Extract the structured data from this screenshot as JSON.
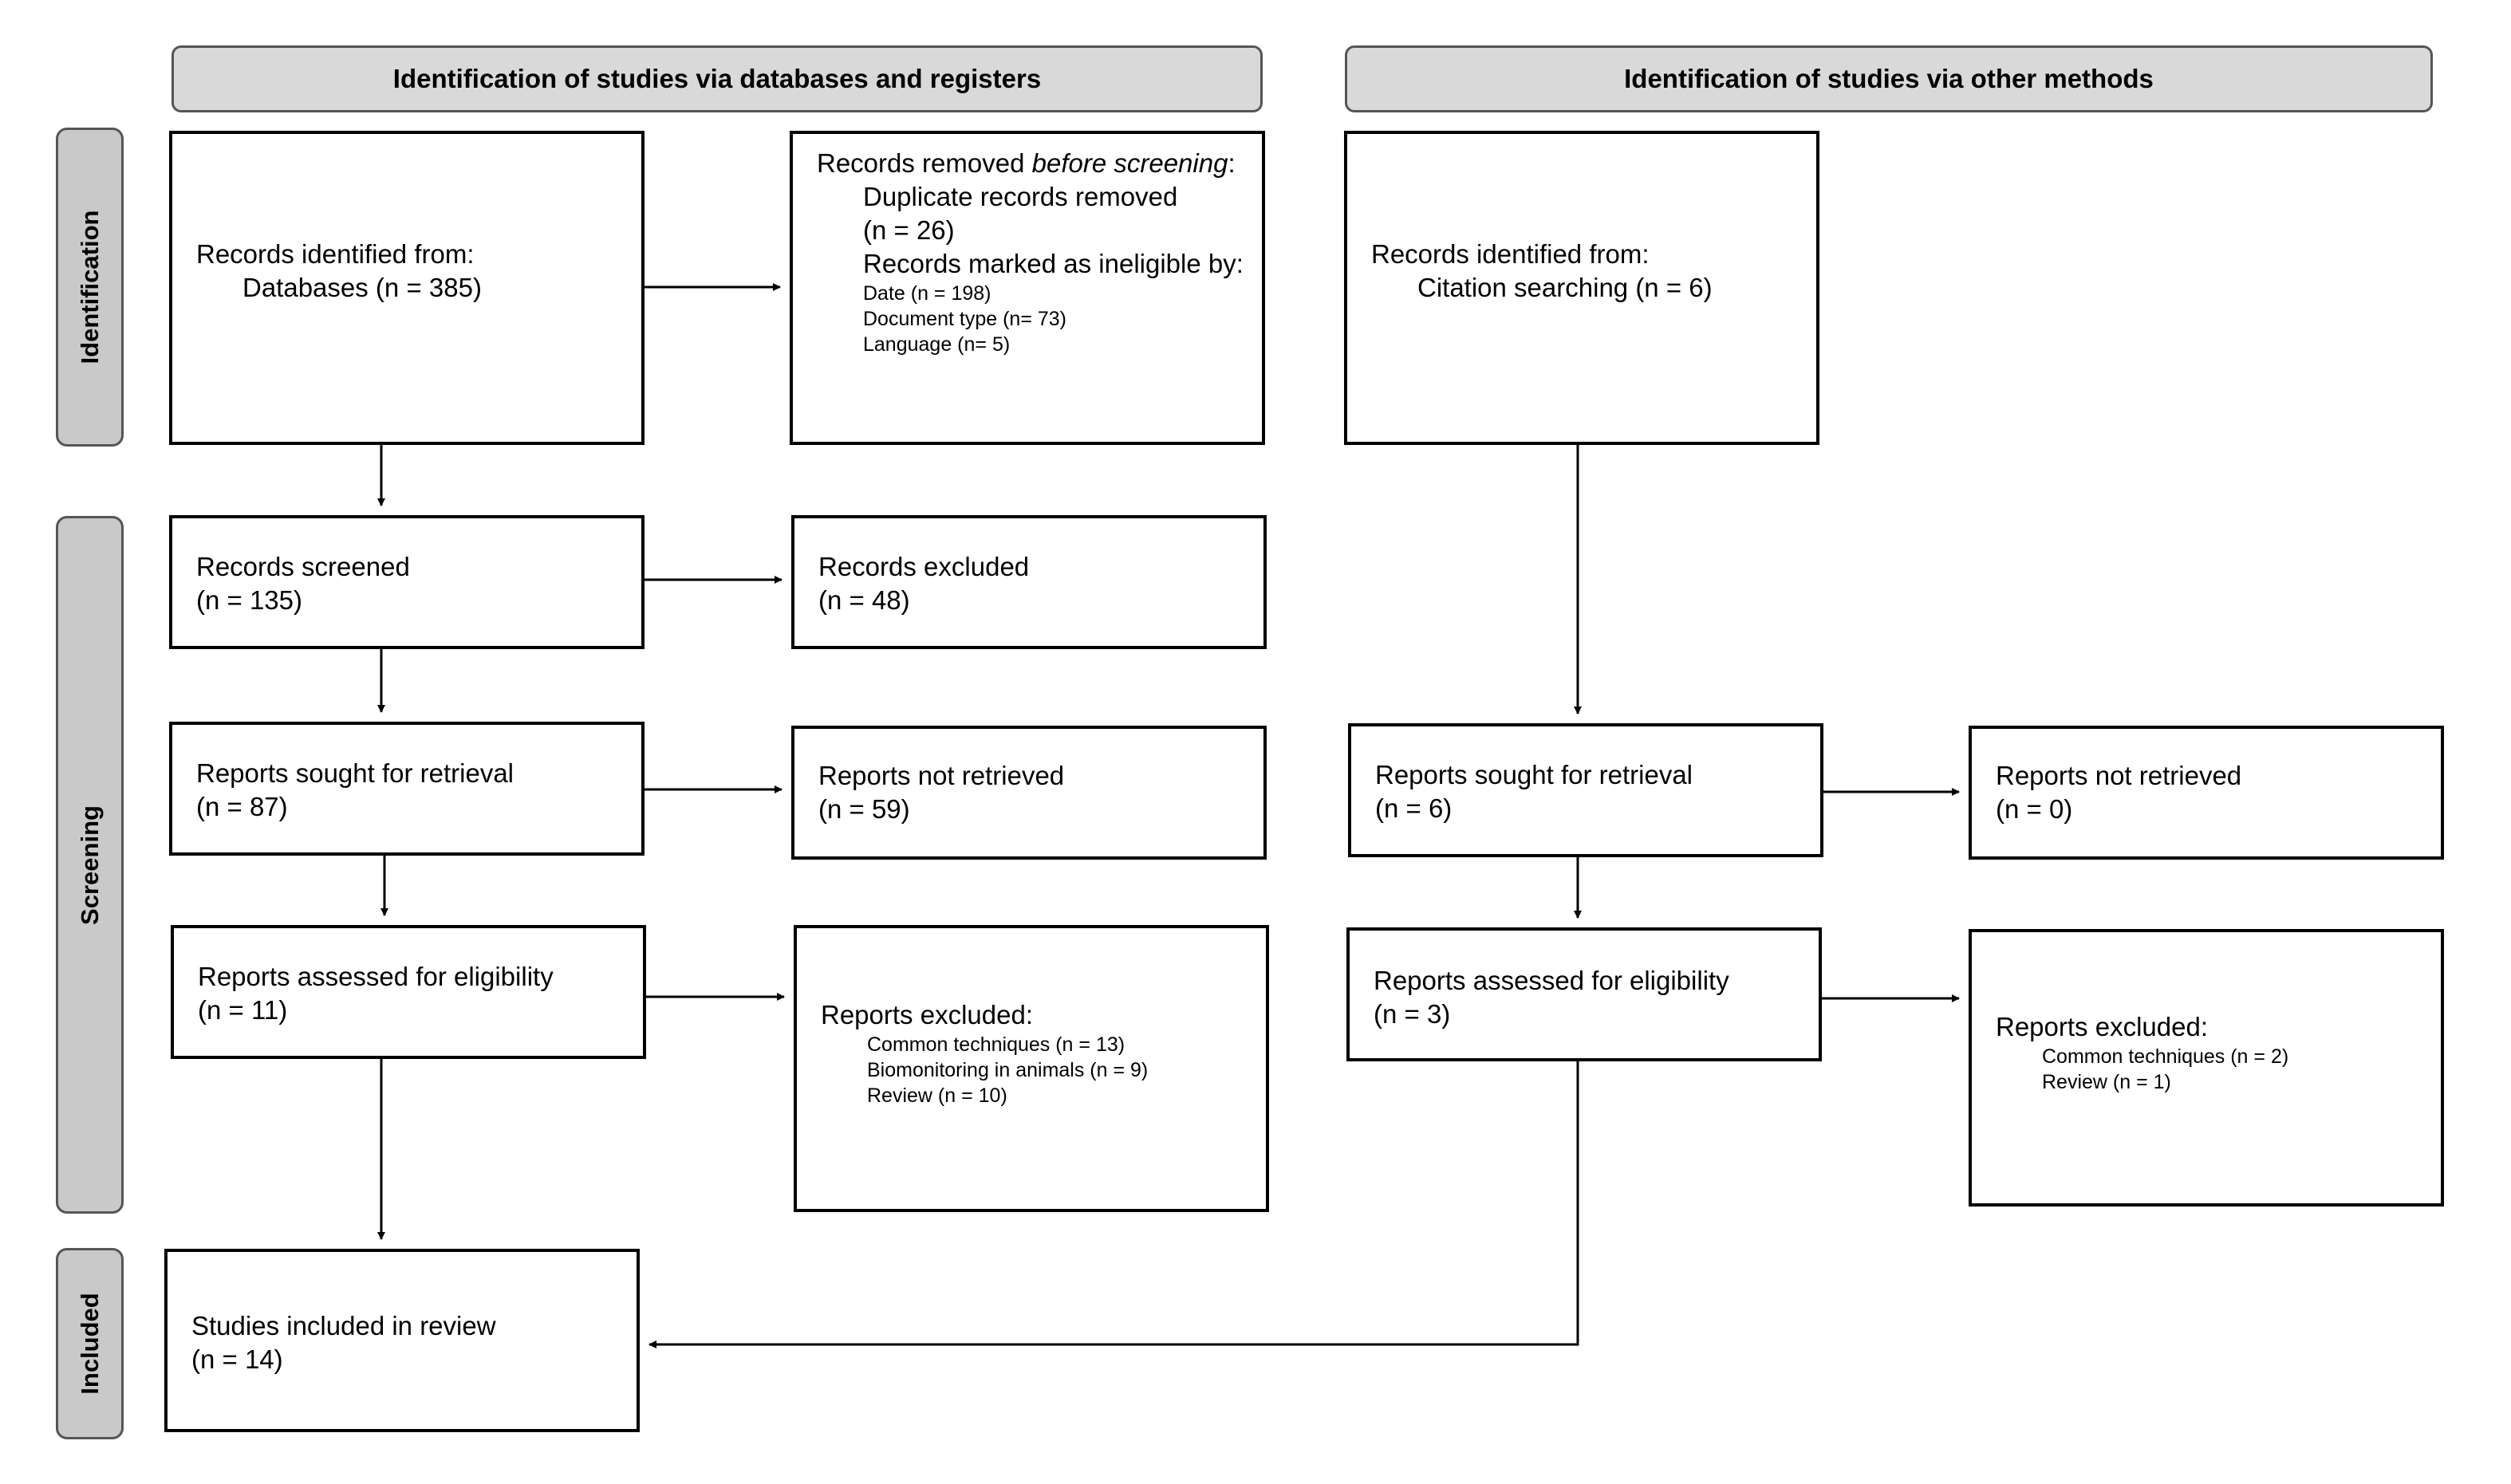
{
  "headers": {
    "databases": "Identification of studies via databases and registers",
    "other": "Identification of studies via other methods"
  },
  "phases": {
    "identification": "Identification",
    "screening": "Screening",
    "included": "Included"
  },
  "left": {
    "identified": {
      "title": "Records identified from:",
      "detail": "Databases (n = 385)"
    },
    "removed": {
      "title_prefix": "Records removed ",
      "title_emph": "before screening",
      "title_suffix": ":",
      "duplicates": "Duplicate records removed",
      "duplicates_n": "(n = 26)",
      "ineligible": "Records marked as ineligible by:",
      "date": "Date (n = 198)",
      "doctype": "Document type (n= 73)",
      "language": "Language (n= 5)"
    },
    "screened": {
      "title": "Records screened",
      "n": "(n = 135)"
    },
    "excluded": {
      "title": "Records excluded",
      "n": "(n = 48)"
    },
    "sought": {
      "title": "Reports sought for retrieval",
      "n": "(n = 87)"
    },
    "not_retrieved": {
      "title": "Reports not retrieved",
      "n": "(n = 59)"
    },
    "assessed": {
      "title": "Reports assessed for eligibility",
      "n": "(n = 11)"
    },
    "reports_excluded": {
      "title": "Reports excluded:",
      "r1": "Common techniques (n = 13)",
      "r2": "Biomonitoring in animals (n = 9)",
      "r3": "Review (n = 10)"
    },
    "included": {
      "title": "Studies included in review",
      "n": "(n = 14)"
    }
  },
  "right": {
    "identified": {
      "title": "Records identified from:",
      "detail": "Citation searching (n = 6)"
    },
    "sought": {
      "title": "Reports sought for retrieval",
      "n": "(n = 6)"
    },
    "not_retrieved": {
      "title": "Reports not retrieved",
      "n": "(n = 0)"
    },
    "assessed": {
      "title": "Reports assessed for eligibility",
      "n": "(n = 3)"
    },
    "reports_excluded": {
      "title": "Reports excluded:",
      "r1": "Common techniques (n = 2)",
      "r2": "Review (n = 1)"
    }
  },
  "colors": {
    "header_fill": "#d9d9d9",
    "side_fill": "#c9c9c9",
    "border": "#000000",
    "line": "#000000"
  }
}
